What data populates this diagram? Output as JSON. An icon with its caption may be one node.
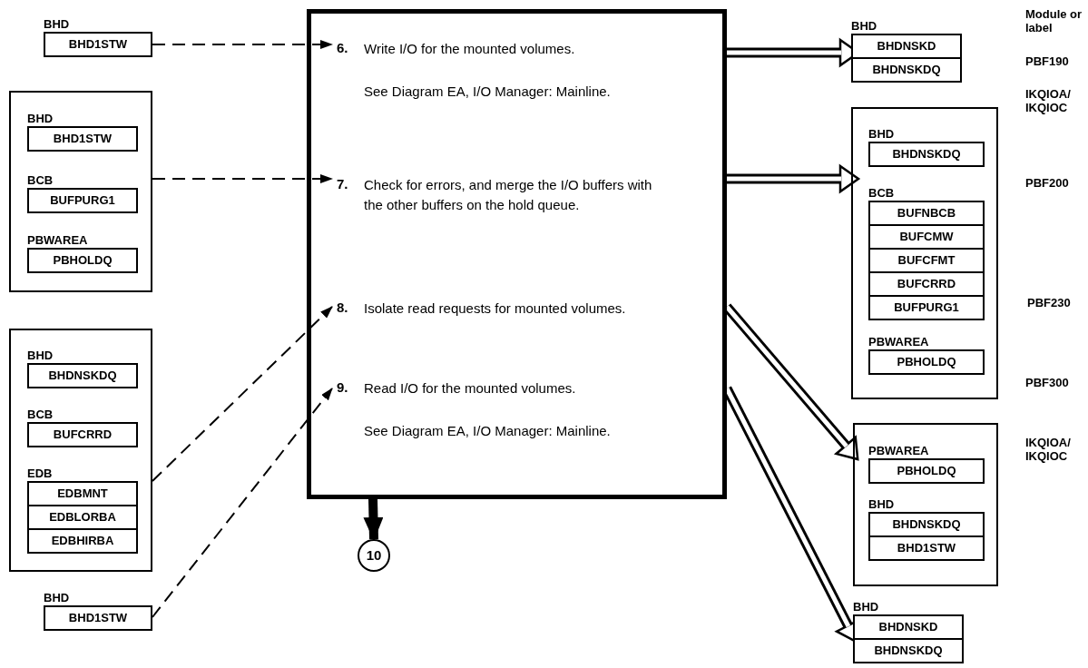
{
  "diagram": {
    "nodes": [
      {
        "text": [
          "BHD",
          "BHD1STW"
        ]
      },
      {
        "text": [],
        "shape": "box"
      },
      {
        "text": [
          "BHD",
          "BHD1STW"
        ],
        "in": 1
      },
      {
        "text": [
          "BCB",
          "BUFPURG1"
        ],
        "in": 1
      },
      {
        "text": [
          "PBWAREA",
          "PBHOLDQ"
        ],
        "in": 1
      },
      {
        "text": [],
        "shape": "box"
      },
      {
        "text": [
          "BHD",
          "BHDNSKDQ"
        ],
        "in": 5
      },
      {
        "text": [
          "BCB",
          "BUFCRRD"
        ],
        "in": 5
      },
      {
        "text": [
          "EDB",
          "EDBMNT",
          "EDBLORBA",
          "EDBHIRBA"
        ],
        "in": 5
      },
      {
        "text": [
          "BHD",
          "BHD1STW"
        ]
      },
      {
        "text": [],
        "shape": "box"
      },
      {
        "text": [
          "6.",
          "Write I/O for the mounted volumes.",
          "See Diagram EA, I/O Manager: Mainline."
        ],
        "in": 10
      },
      {
        "text": [
          "7.",
          "Check for errors, and merge the I/O buffers with the other buffers on the hold queue."
        ],
        "in": 10
      },
      {
        "text": [
          "8.",
          "Isolate read requests for mounted volumes."
        ],
        "in": 10
      },
      {
        "text": [
          "9.",
          "Read I/O for the mounted volumes.",
          "See Diagram EA, I/O Manager: Mainline."
        ],
        "in": 10
      },
      {
        "text": [
          "10"
        ]
      },
      {
        "text": [
          "BHD",
          "BHDNSKD",
          "BHDNSKDQ"
        ]
      },
      {
        "text": [],
        "shape": "box"
      },
      {
        "text": [
          "BHD",
          "BHDNSKDQ"
        ],
        "in": 17
      },
      {
        "text": [
          "BCB",
          "BUFNBCB",
          "BUFCMW",
          "BUFCFMT",
          "BUFCRRD",
          "BUFPURG1"
        ],
        "in": 17
      },
      {
        "text": [
          "PBWAREA",
          "PBHOLDQ"
        ],
        "in": 17
      },
      {
        "text": [],
        "shape": "box"
      },
      {
        "text": [
          "PBWAREA",
          "PBHOLDQ"
        ],
        "in": 21
      },
      {
        "text": [
          "BHD",
          "BHDNSKDQ",
          "BHD1STW"
        ],
        "in": 21
      },
      {
        "text": [
          "BHD",
          "BHDNSKD",
          "BHDNSKDQ"
        ]
      }
    ],
    "edges": [
      {
        "from": 0,
        "to": 11,
        "arrow": "to",
        "style": "dashed"
      },
      {
        "from": 1,
        "to": 12,
        "arrow": "to",
        "style": "dashed"
      },
      {
        "from": 5,
        "to": 13,
        "arrow": "to",
        "style": "dashed"
      },
      {
        "from": 9,
        "to": 14,
        "arrow": "to",
        "style": "dashed"
      },
      {
        "from": 10,
        "to": 15,
        "arrow": "to"
      },
      {
        "from": 10,
        "to": 16,
        "arrow": "to"
      },
      {
        "from": 10,
        "to": 17,
        "arrow": "to"
      },
      {
        "from": 10,
        "to": 21,
        "arrow": "to"
      },
      {
        "from": 10,
        "to": 24,
        "arrow": "to"
      }
    ],
    "labels": [
      "Module or label",
      "PBF190",
      "IKQIOA/ IKQIOC",
      "PBF200",
      "PBF230",
      "PBF300",
      "IKQIOA/ IKQIOC"
    ]
  }
}
